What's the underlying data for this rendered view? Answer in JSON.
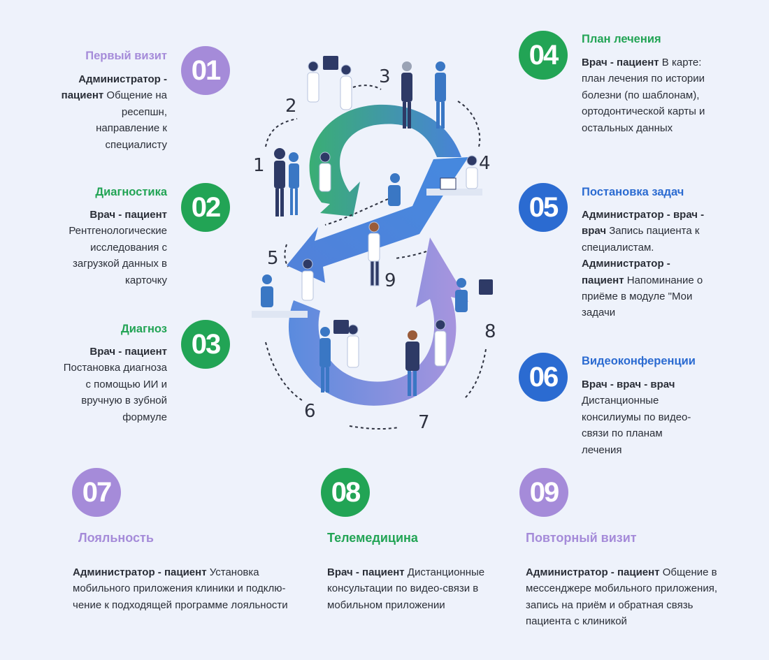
{
  "steps": [
    {
      "num": "01",
      "title": "Первый визит",
      "role": "Администратор - пациент",
      "text": "Общение на ресепшн, направление к специалисту"
    },
    {
      "num": "02",
      "title": "Диагностика",
      "role": "Врач - пациент",
      "text": "Рентгенологические исследования с загрузкой данных в карточку"
    },
    {
      "num": "03",
      "title": "Диагноз",
      "role": "Врач - пациент",
      "text": "Постановка диагноза с помощью ИИ и вручную в зубной формуле"
    },
    {
      "num": "04",
      "title": "План лечения",
      "role": "Врач - пациент",
      "text": "В карте: план лечения по истории болезни (по шаблонам), ортодонтической карты и остальных данных"
    },
    {
      "num": "05",
      "title": "Постановка задач",
      "role": "Администратор - врач - врач",
      "text": "Запись пациента к специалистам.",
      "role2": "Администратор - пациент",
      "text2": "Напоминание о приёме в модуле \"Мои задачи"
    },
    {
      "num": "06",
      "title": "Видеоконференции",
      "role": "Врач - врач - врач",
      "text": "Дистанционные консилиумы по видео-связи по планам лечения"
    },
    {
      "num": "07",
      "title": "Лояльность",
      "role": "Администратор - пациент",
      "text": "Установка мобильного приложения клиники и подклю-чение к подходящей программе лояльности"
    },
    {
      "num": "08",
      "title": "Телемедицина",
      "role": "Врач - пациент",
      "text": "Дистанционные консультации по видео-связи в мобильном приложении"
    },
    {
      "num": "09",
      "title": "Повторный визит",
      "role": "Администратор - пациент",
      "text": "Общение в мессенджере мобильного приложения, запись на приём и обратная связь пациента с клиникой"
    }
  ],
  "diagram_numbers": [
    "1",
    "2",
    "3",
    "4",
    "5",
    "6",
    "7",
    "8",
    "9"
  ],
  "colors": {
    "purple": "#a58bd9",
    "green": "#22a455",
    "blue": "#2b6bd1",
    "background": "#eef2fb"
  }
}
